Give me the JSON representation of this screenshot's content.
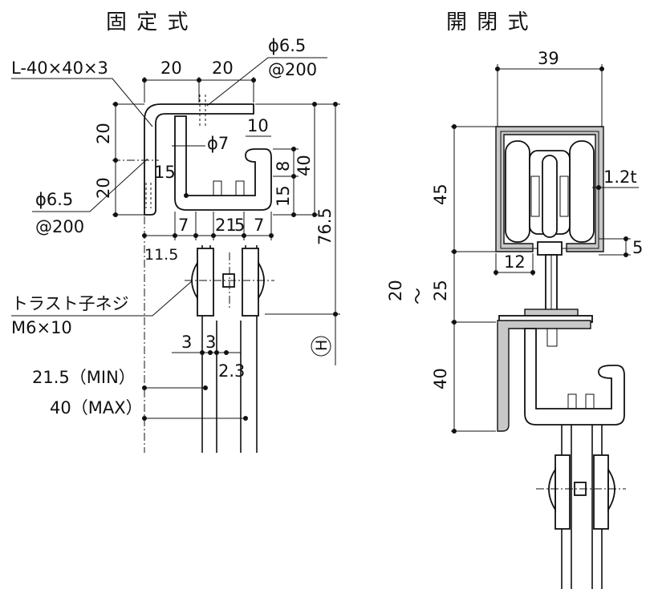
{
  "titles": {
    "fixed": "固 定 式",
    "open_close": "開 閉 式"
  },
  "fixed_type": {
    "angle_label": "L-40×40×3",
    "top_left_width": "20",
    "top_right_width": "20",
    "top_hole_dia": "ϕ6.5",
    "top_hole_pitch": "@200",
    "left_upper_height": "20",
    "left_lower_height": "20",
    "inner_hole_dia": "ϕ7",
    "dim_10": "10",
    "dim_8": "8",
    "dim_40": "40",
    "dim_15_left": "15",
    "dim_15_right": "15",
    "side_hole_dia": "ϕ6.5",
    "side_hole_pitch": "@200",
    "total_height": "76.5",
    "bottom_dim_7_left": "7",
    "bottom_dim_21": "21",
    "bottom_dim_5": "5",
    "bottom_dim_7_right": "7",
    "dim_11_5": "11.5",
    "thrust_screw": "トラスト子ネジ",
    "thrust_screw_size": "M6×10",
    "dim_3_left": "3",
    "dim_3_right": "3",
    "dim_2_3": "2.3",
    "min_gap": "21.5（MIN）",
    "max_gap": "40（MAX）",
    "h_mark": "H"
  },
  "open_type": {
    "top_width": "39",
    "height_45": "45",
    "thickness": "1.2t",
    "dim_5": "5",
    "dim_12": "12",
    "range_low": "20",
    "range_tilde": "～",
    "range_high": "25",
    "height_40": "40"
  }
}
